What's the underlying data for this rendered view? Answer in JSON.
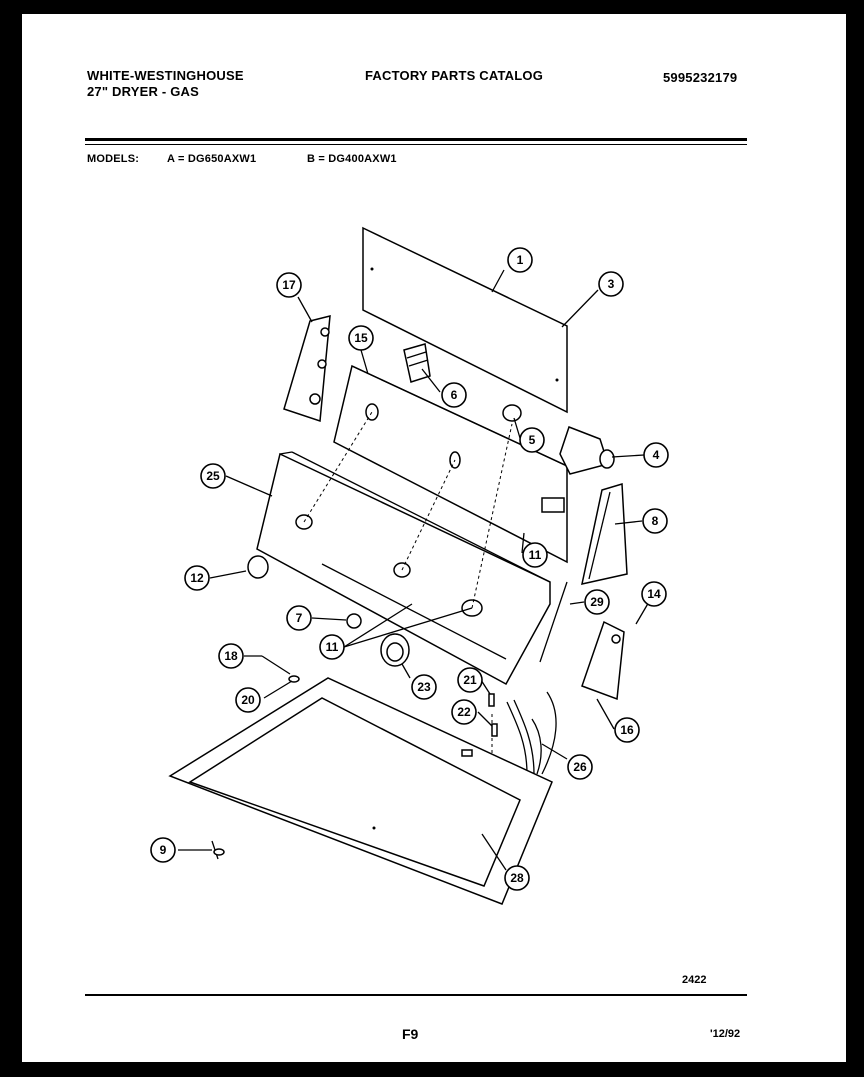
{
  "header": {
    "brand": "WHITE-WESTINGHOUSE",
    "product": "27\" DRYER - GAS",
    "catalog_title": "FACTORY PARTS CATALOG",
    "catalog_number": "5995232179"
  },
  "models": {
    "label": "MODELS:",
    "model_a": "A = DG650AXW1",
    "model_b": "B = DG400AXW1"
  },
  "callouts": [
    "1",
    "3",
    "17",
    "15",
    "6",
    "5",
    "4",
    "25",
    "8",
    "11",
    "12",
    "29",
    "14",
    "7",
    "11",
    "18",
    "23",
    "21",
    "20",
    "22",
    "16",
    "26",
    "9",
    "28"
  ],
  "footer": {
    "drawing_number": "2422",
    "figure": "F9",
    "date": "'12/92"
  }
}
